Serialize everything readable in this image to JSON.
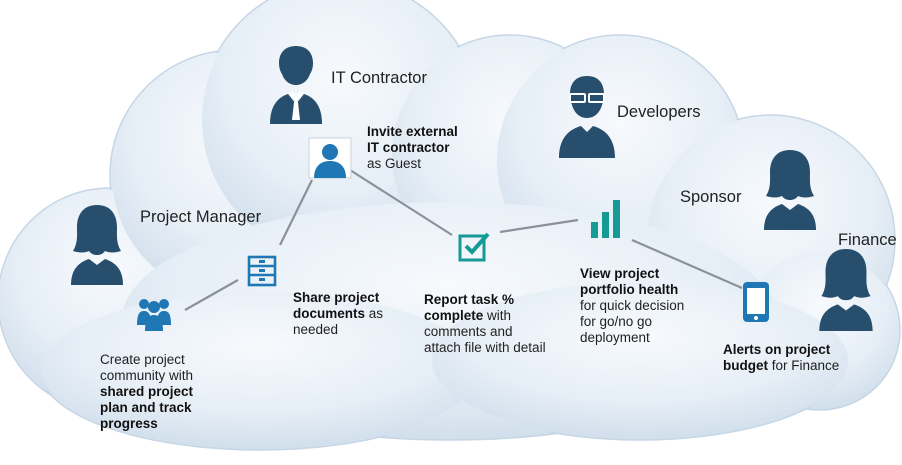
{
  "roles": {
    "it_contractor": "IT Contractor",
    "developers": "Developers",
    "project_manager": "Project Manager",
    "sponsor": "Sponsor",
    "finance": "Finance"
  },
  "steps": {
    "create": {
      "line1": "Create project",
      "line2": "community with",
      "bold1": "shared project",
      "bold2": "plan and track",
      "bold3": "progress"
    },
    "share": {
      "bold1": "Share project",
      "bold2": "documents",
      "tail": " as",
      "line3": "needed"
    },
    "invite": {
      "bold1": "Invite external",
      "bold2": "IT contractor",
      "line3": "as Guest"
    },
    "report": {
      "bold1": "Report task %",
      "bold2": "complete",
      "tail": " with",
      "line3": "comments and",
      "line4": "attach file with detail"
    },
    "portfolio": {
      "bold1": "View project",
      "bold2": "portfolio health",
      "line3": "for quick decision",
      "line4": "for go/no go",
      "line5": "deployment"
    },
    "alerts": {
      "bold1": "Alerts on project",
      "bold2": "budget",
      "tail": " for Finance"
    }
  },
  "colors": {
    "cloud_light": "#eef4fa",
    "cloud_mid": "#d4e2ef",
    "cloud_edge": "#c3d4e4",
    "person_dark": "#274e6c",
    "icon_blue": "#1f78b4",
    "icon_teal": "#159a96",
    "connector": "#8a9199"
  }
}
